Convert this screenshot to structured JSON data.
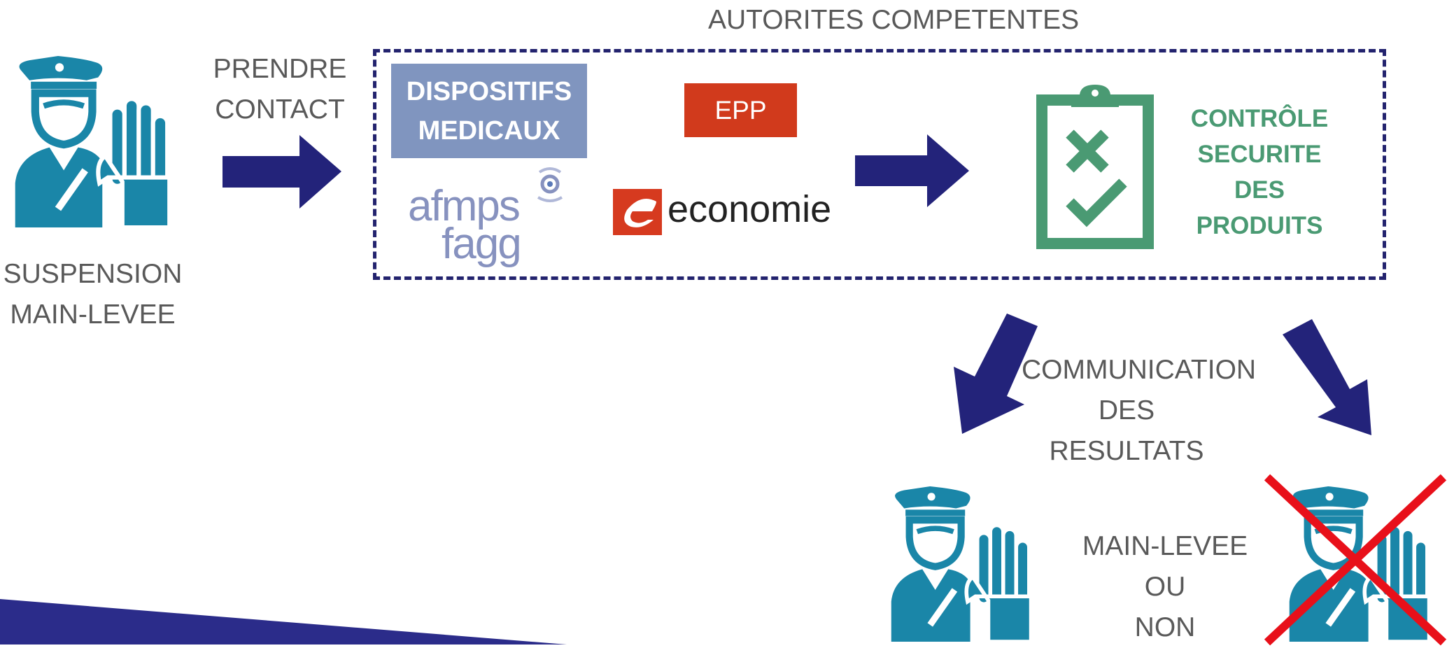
{
  "header": {
    "title": "AUTORITES COMPETENTES"
  },
  "start": {
    "label": "SUSPENSION\nMAIN-LEVEE"
  },
  "arrow_labels": {
    "contact": "PRENDRE\nCONTACT",
    "communication": "COMMUNICATION\nDES RESULTATS"
  },
  "authorities": {
    "dispositifs": "DISPOSITIFS\nMEDICAUX",
    "epp": "EPP",
    "afmps_line1": "afmps",
    "afmps_line2": "fagg",
    "economie": "economie"
  },
  "control": {
    "label": "CONTRÔLE\nSECURITE\nDES\nPRODUITS"
  },
  "outcome": {
    "label": "MAIN-LEVEE\nOU\nNON"
  },
  "colors": {
    "officer": "#1a86a8",
    "arrow": "#23237a",
    "green": "#4a9a73",
    "red_cross": "#e8101a",
    "epp_red": "#d13a1c",
    "dm_blue": "#8095bf"
  }
}
